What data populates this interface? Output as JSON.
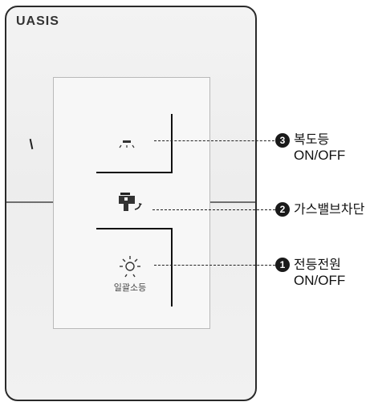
{
  "brand": "UASIS",
  "switch_label": "일괄소등",
  "callouts": [
    {
      "number": "3",
      "title": "복도등",
      "subtitle": "ON/OFF",
      "icon": "corridor-light-icon"
    },
    {
      "number": "2",
      "title": "가스밸브차단",
      "subtitle": "",
      "icon": "gas-valve-icon"
    },
    {
      "number": "1",
      "title": "전등전원",
      "subtitle": "ON/OFF",
      "icon": "light-bulb-icon"
    }
  ],
  "colors": {
    "plate": "#efefef",
    "outline": "#2a2a2a",
    "badge": "#1a1a1a"
  }
}
